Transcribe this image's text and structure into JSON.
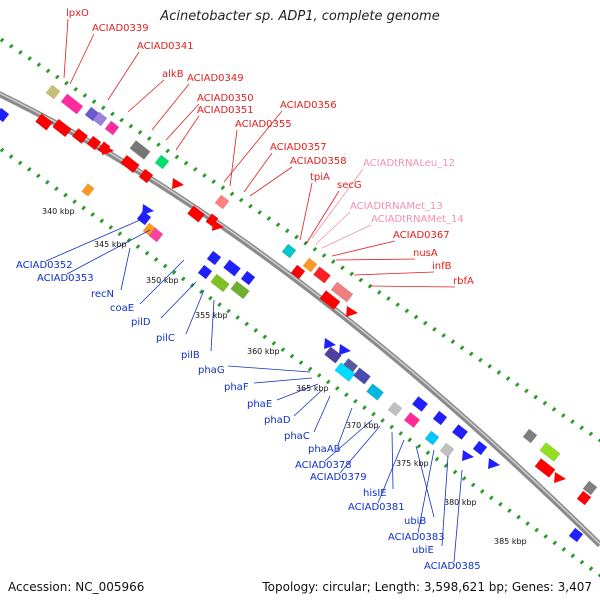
{
  "title": "Acinetobacter sp. ADP1, complete genome",
  "footer": {
    "accession": "Accession: NC_005966",
    "topology": "Topology: circular; Length: 3,598,621 bp; Genes: 3,407"
  },
  "colors": {
    "forward_label": "#e0201e",
    "trna_label": "#f28fb4",
    "reverse_label": "#1030c8",
    "backbone": "#8a8a8a",
    "dots": "#2a9a2a"
  },
  "kbp_ticks": [
    "340 kbp",
    "345 kbp",
    "350 kbp",
    "355 kbp",
    "360 kbp",
    "365 kbp",
    "370 kbp",
    "375 kbp",
    "380 kbp",
    "385 kbp"
  ],
  "labels_forward": [
    "lpxO",
    "ACIAD0339",
    "ACIAD0341",
    "alkB",
    "ACIAD0349",
    "ACIAD0350",
    "ACIAD0351",
    "ACIAD0356",
    "ACIAD0355",
    "ACIAD0357",
    "ACIAD0358",
    "tpiA",
    "secG",
    "ACIAD0367",
    "nusA",
    "infB",
    "rbfA"
  ],
  "labels_trna": [
    "ACIADtRNALeu_12",
    "ACIADtRNAMet_13",
    "ACIADtRNAMet_14"
  ],
  "labels_reverse": [
    "ACIAD0352",
    "ACIAD0353",
    "recN",
    "coaE",
    "pilD",
    "pilC",
    "pilB",
    "phaG",
    "phaF",
    "phaE",
    "phaD",
    "phaC",
    "phaAB",
    "ACIAD0378",
    "ACIAD0379",
    "hisIE",
    "ACIAD0381",
    "ubiB",
    "ACIAD0383",
    "ubiE",
    "ACIAD0385"
  ]
}
